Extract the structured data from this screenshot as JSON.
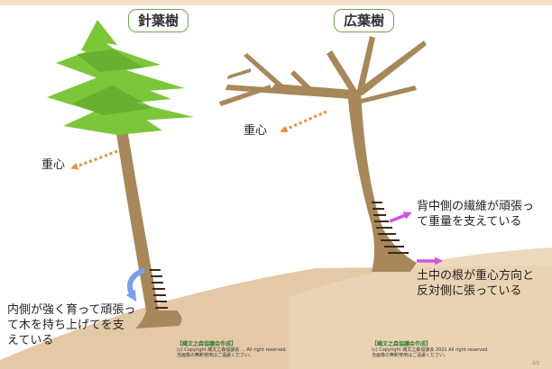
{
  "titles": {
    "conifer": "針葉樹",
    "broadleaf": "広葉樹"
  },
  "labels": {
    "cg_left": "重心",
    "cg_right": "重心",
    "conifer_note": [
      "内側が強く育って頑張っ",
      "て木を持ち上げてを支",
      "えている"
    ],
    "back_fiber": [
      "背中側の繊維が頑張っ",
      "て重量を支えている"
    ],
    "root_note": [
      "土中の根が重心方向と",
      "反対側に張っている"
    ]
  },
  "copyright": {
    "left": {
      "heading": "【縄文之森協議会作成】",
      "line1": "(c) Copyright 縄文之森協議会 … All right reserved.",
      "line2": "当画像の無断使用はご遠慮ください。"
    },
    "right": {
      "heading": "【縄文之森協議会作成】",
      "line1": "(c) Copyright 縄文之森協議会 2021 All right reserved.",
      "line2": "当画像の無断使用はご遠慮ください。"
    }
  },
  "page_number": "2/2",
  "colors": {
    "background": "#ffffff",
    "trunk": "#a8875a",
    "foliage": "#7cc63a",
    "ground": "#e4c9a7",
    "cg_arrow": "#f08a3c",
    "hint_arrow": "#cc55dd",
    "curve_arrow": "#7a9ee8",
    "title_border": "#6aa84f"
  }
}
